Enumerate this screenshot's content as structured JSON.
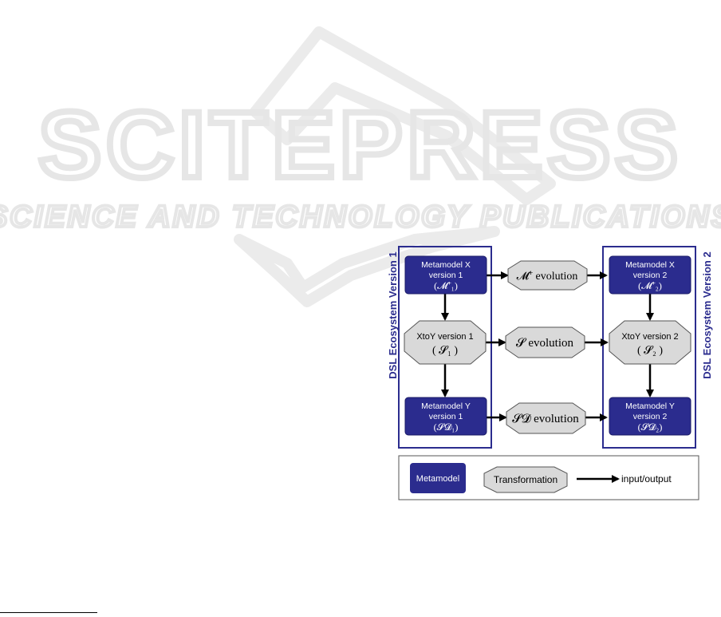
{
  "watermark": {
    "brand": "SCITEPRESS",
    "tagline": "SCIENCE AND TECHNOLOGY PUBLICATIONS",
    "color": "#e9e9e9"
  },
  "colors": {
    "metamodel_fill": "#2b2c8e",
    "transformation_fill": "#d9d9d9",
    "frame": "#2b2c8e",
    "arrow": "#000000"
  },
  "ecosystems": [
    {
      "label": "DSL Ecosystem Version 1"
    },
    {
      "label": "DSL Ecosystem Version 2"
    }
  ],
  "nodes": {
    "mx1": {
      "lines": [
        "Metamodel X",
        "version 1",
        "(𝓜⁺₁)"
      ]
    },
    "xy1": {
      "lines": [
        "XtoY version 1",
        "( 𝓢₁ )"
      ]
    },
    "my1": {
      "lines": [
        "Metamodel Y",
        "version 1",
        "(𝓢𝓓₁)"
      ]
    },
    "mx2": {
      "lines": [
        "Metamodel X",
        "version 2",
        "(𝓜⁺₂)"
      ]
    },
    "xy2": {
      "lines": [
        "XtoY version 2",
        "( 𝓢₂ )"
      ]
    },
    "my2": {
      "lines": [
        "Metamodel Y",
        "version 2",
        "(𝓢𝓓₂)"
      ]
    },
    "ev_m": {
      "lines": [
        "𝓜⁺ evolution"
      ]
    },
    "ev_s": {
      "lines": [
        "𝓢 evolution"
      ]
    },
    "ev_sd": {
      "lines": [
        "𝓢𝓓 evolution"
      ]
    }
  },
  "legend": {
    "metamodel": "Metamodel",
    "transformation": "Transformation",
    "io": "input/output"
  }
}
